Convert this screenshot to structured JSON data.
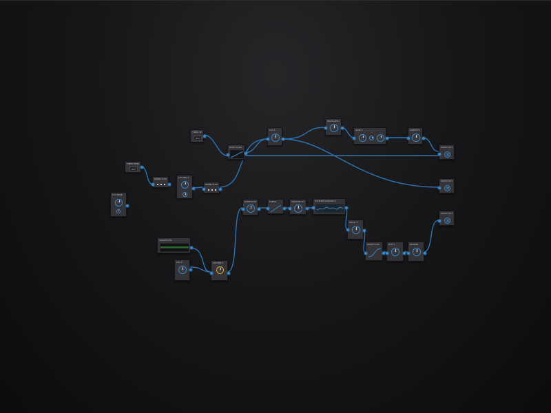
{
  "nodes": {
    "a": {
      "title": "TIMER SMPL A"
    },
    "b": {
      "title": "TIMER SMPL B",
      "button": "RST"
    },
    "c": {
      "title": "MATH FLOW"
    },
    "d": {
      "title": "LFO 1"
    },
    "e": {
      "title": "ENVELOPE C"
    },
    "f": {
      "title": "GATE 1"
    },
    "g": {
      "title": "SUBMIT B"
    },
    "h": {
      "title": "AUDIO OUT L"
    },
    "i": {
      "title": "AUDIO OUT R"
    },
    "j": {
      "title": "TIMER SMPL A",
      "button": "RST"
    },
    "k": {
      "title": "MIXER FLOW"
    },
    "l": {
      "title": "LFO PAR 1"
    },
    "m": {
      "title": "MIXER FLOW"
    },
    "n": {
      "title": "SMOOTH CH"
    },
    "o": {
      "title": "SEQUENCER"
    },
    "p": {
      "title": "LFO 2"
    },
    "q": {
      "title": "RAMP FLOW"
    },
    "r": {
      "title": "FILTER"
    },
    "s": {
      "title": "PATTERN RANDOM 4"
    },
    "t": {
      "title": "DELAY 3"
    },
    "u": {
      "title": "RAMP FLOW"
    },
    "v": {
      "title": "OUT 1"
    },
    "w": {
      "title": "REVERB"
    },
    "x": {
      "title": "AUDIO OUT M"
    },
    "y": {
      "title": "LFO BASE"
    },
    "z": {
      "title": "VOLUME 1"
    }
  },
  "icons": {
    "output": "crosshair-circle-icon",
    "knob": "rotary-knob-icon",
    "port": "connection-port-icon"
  },
  "colors": {
    "background": "#171719",
    "node": "#343438",
    "wire": "#2d74b4",
    "accent": "#3b88c9",
    "signal": "#3fbf4a"
  }
}
